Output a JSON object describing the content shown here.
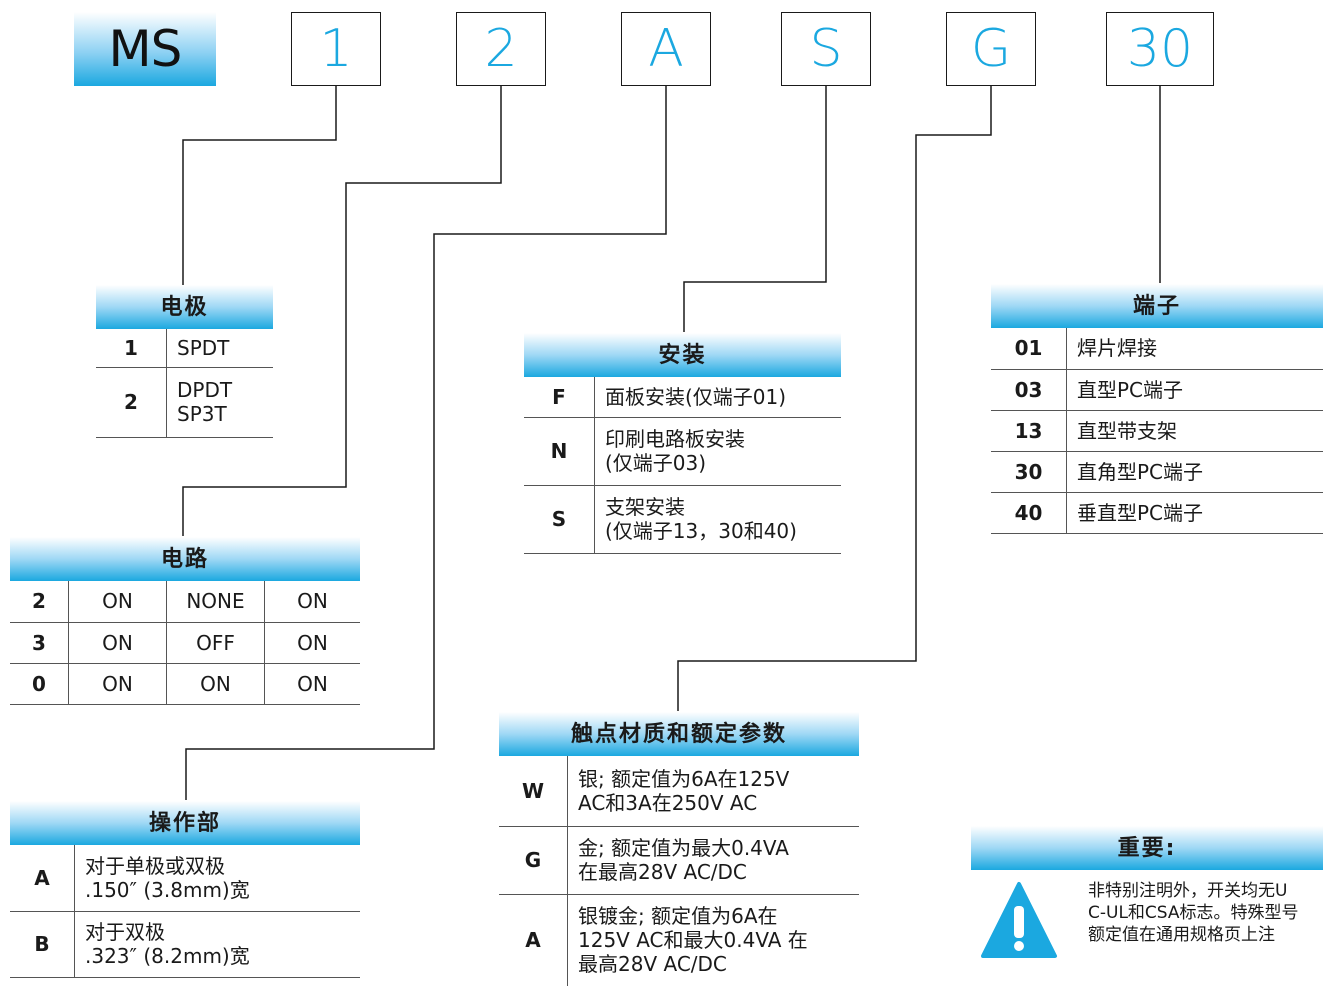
{
  "model_code": {
    "prefix": "MS",
    "segments": [
      "1",
      "2",
      "A",
      "S",
      "G",
      "30"
    ]
  },
  "poles": {
    "title": "电极",
    "rows": [
      {
        "key": "1",
        "line1": "SPDT",
        "line2": ""
      },
      {
        "key": "2",
        "line1": "DPDT",
        "line2": "SP3T"
      }
    ]
  },
  "circuit": {
    "title": "电路",
    "rows": [
      {
        "key": "2",
        "c1": "ON",
        "c2": "NONE",
        "c3": "ON"
      },
      {
        "key": "3",
        "c1": "ON",
        "c2": "OFF",
        "c3": "ON"
      },
      {
        "key": "0",
        "c1": "ON",
        "c2": "ON",
        "c3": "ON"
      }
    ]
  },
  "actuator": {
    "title": "操作部",
    "rows": [
      {
        "key": "A",
        "line1": "对于单极或双极",
        "line2": ".150″ (3.8mm)宽"
      },
      {
        "key": "B",
        "line1": "对于双极",
        "line2": ".323″ (8.2mm)宽"
      }
    ]
  },
  "mounting": {
    "title": "安装",
    "rows": [
      {
        "key": "F",
        "line1": "面板安装(仅端子01)",
        "line2": ""
      },
      {
        "key": "N",
        "line1": "印刷电路板安装",
        "line2": "(仅端子03)"
      },
      {
        "key": "S",
        "line1": "支架安装",
        "line2": "(仅端子13，30和40)"
      }
    ]
  },
  "contacts": {
    "title": "触点材质和额定参数",
    "rows": [
      {
        "key": "W",
        "line1": "银; 额定值为6A在125V",
        "line2": "AC和3A在250V AC",
        "line3": ""
      },
      {
        "key": "G",
        "line1": "金; 额定值为最大0.4VA",
        "line2": "在最高28V AC/DC",
        "line3": ""
      },
      {
        "key": "A",
        "line1": "银镀金; 额定值为6A在",
        "line2": "125V AC和最大0.4VA 在",
        "line3": "最高28V AC/DC"
      }
    ]
  },
  "terminals": {
    "title": "端子",
    "rows": [
      {
        "key": "01",
        "label": "焊片焊接"
      },
      {
        "key": "03",
        "label": "直型PC端子"
      },
      {
        "key": "13",
        "label": "直型带支架"
      },
      {
        "key": "30",
        "label": "直角型PC端子"
      },
      {
        "key": "40",
        "label": "垂直型PC端子"
      }
    ]
  },
  "important": {
    "title": "重要:",
    "lines": [
      "非特别注明外，开关均无U",
      "C-UL和CSA标志。特殊型号",
      "额定值在通用规格页上注"
    ],
    "icon": "warning-triangle-icon",
    "icon_color": "#1ba8e0"
  },
  "colors": {
    "accent": "#1ba8e0",
    "key_text": "#1a9ad6"
  }
}
